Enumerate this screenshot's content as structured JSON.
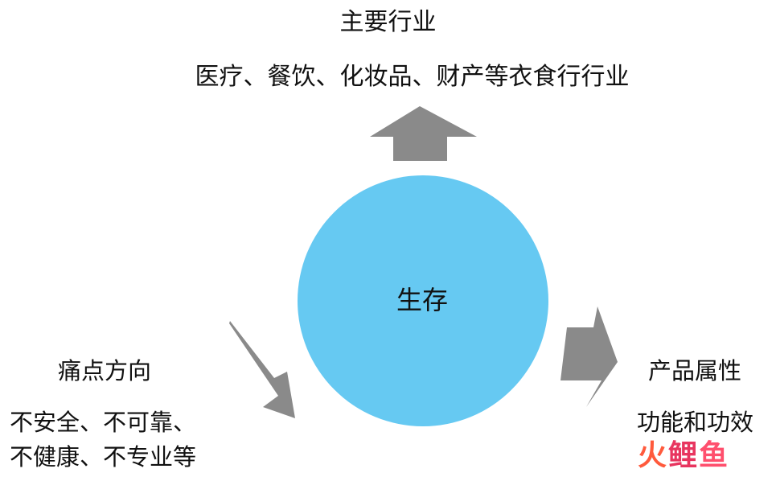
{
  "center": {
    "label": "生存",
    "color": "#66c9f2"
  },
  "top": {
    "title": "主要行业",
    "description": "医疗、餐饮、化妆品、财产等衣食行行业"
  },
  "left": {
    "title": "痛点方向",
    "description_lines": [
      "不安全、不可靠、",
      "不健康、不专业等"
    ]
  },
  "right": {
    "title": "产品属性",
    "description": "功能和功效"
  },
  "arrow_color": "#8a8a8a",
  "watermark": {
    "chars": [
      "火",
      "鲤",
      "鱼"
    ]
  }
}
